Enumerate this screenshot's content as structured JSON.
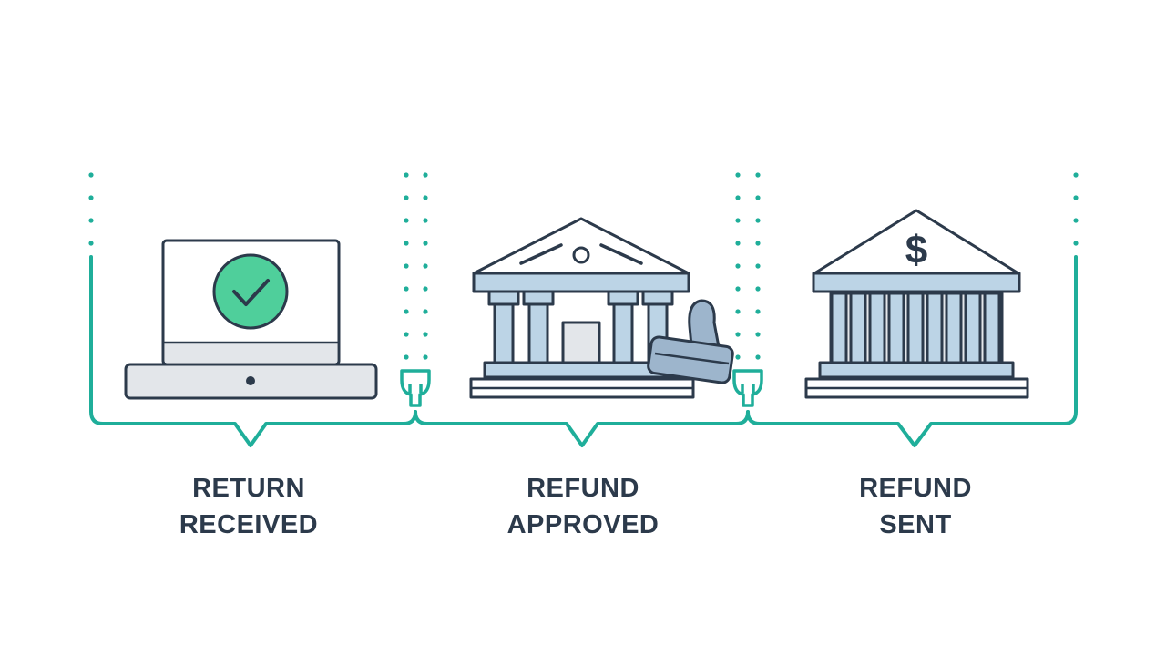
{
  "colors": {
    "teal": "#1fae9a",
    "navy": "#2c3a4b",
    "light_blue": "#bcd4e6",
    "light_gray": "#e3e6ea",
    "check_green": "#4fcf9b"
  },
  "stages": [
    {
      "id": "return-received",
      "icon": "laptop-check-icon",
      "line1": "RETURN",
      "line2": "RECEIVED"
    },
    {
      "id": "refund-approved",
      "icon": "bank-stamp-icon",
      "line1": "REFUND",
      "line2": "APPROVED"
    },
    {
      "id": "refund-sent",
      "icon": "bank-dollar-icon",
      "line1": "REFUND",
      "line2": "SENT"
    }
  ],
  "dollar_symbol": "$"
}
